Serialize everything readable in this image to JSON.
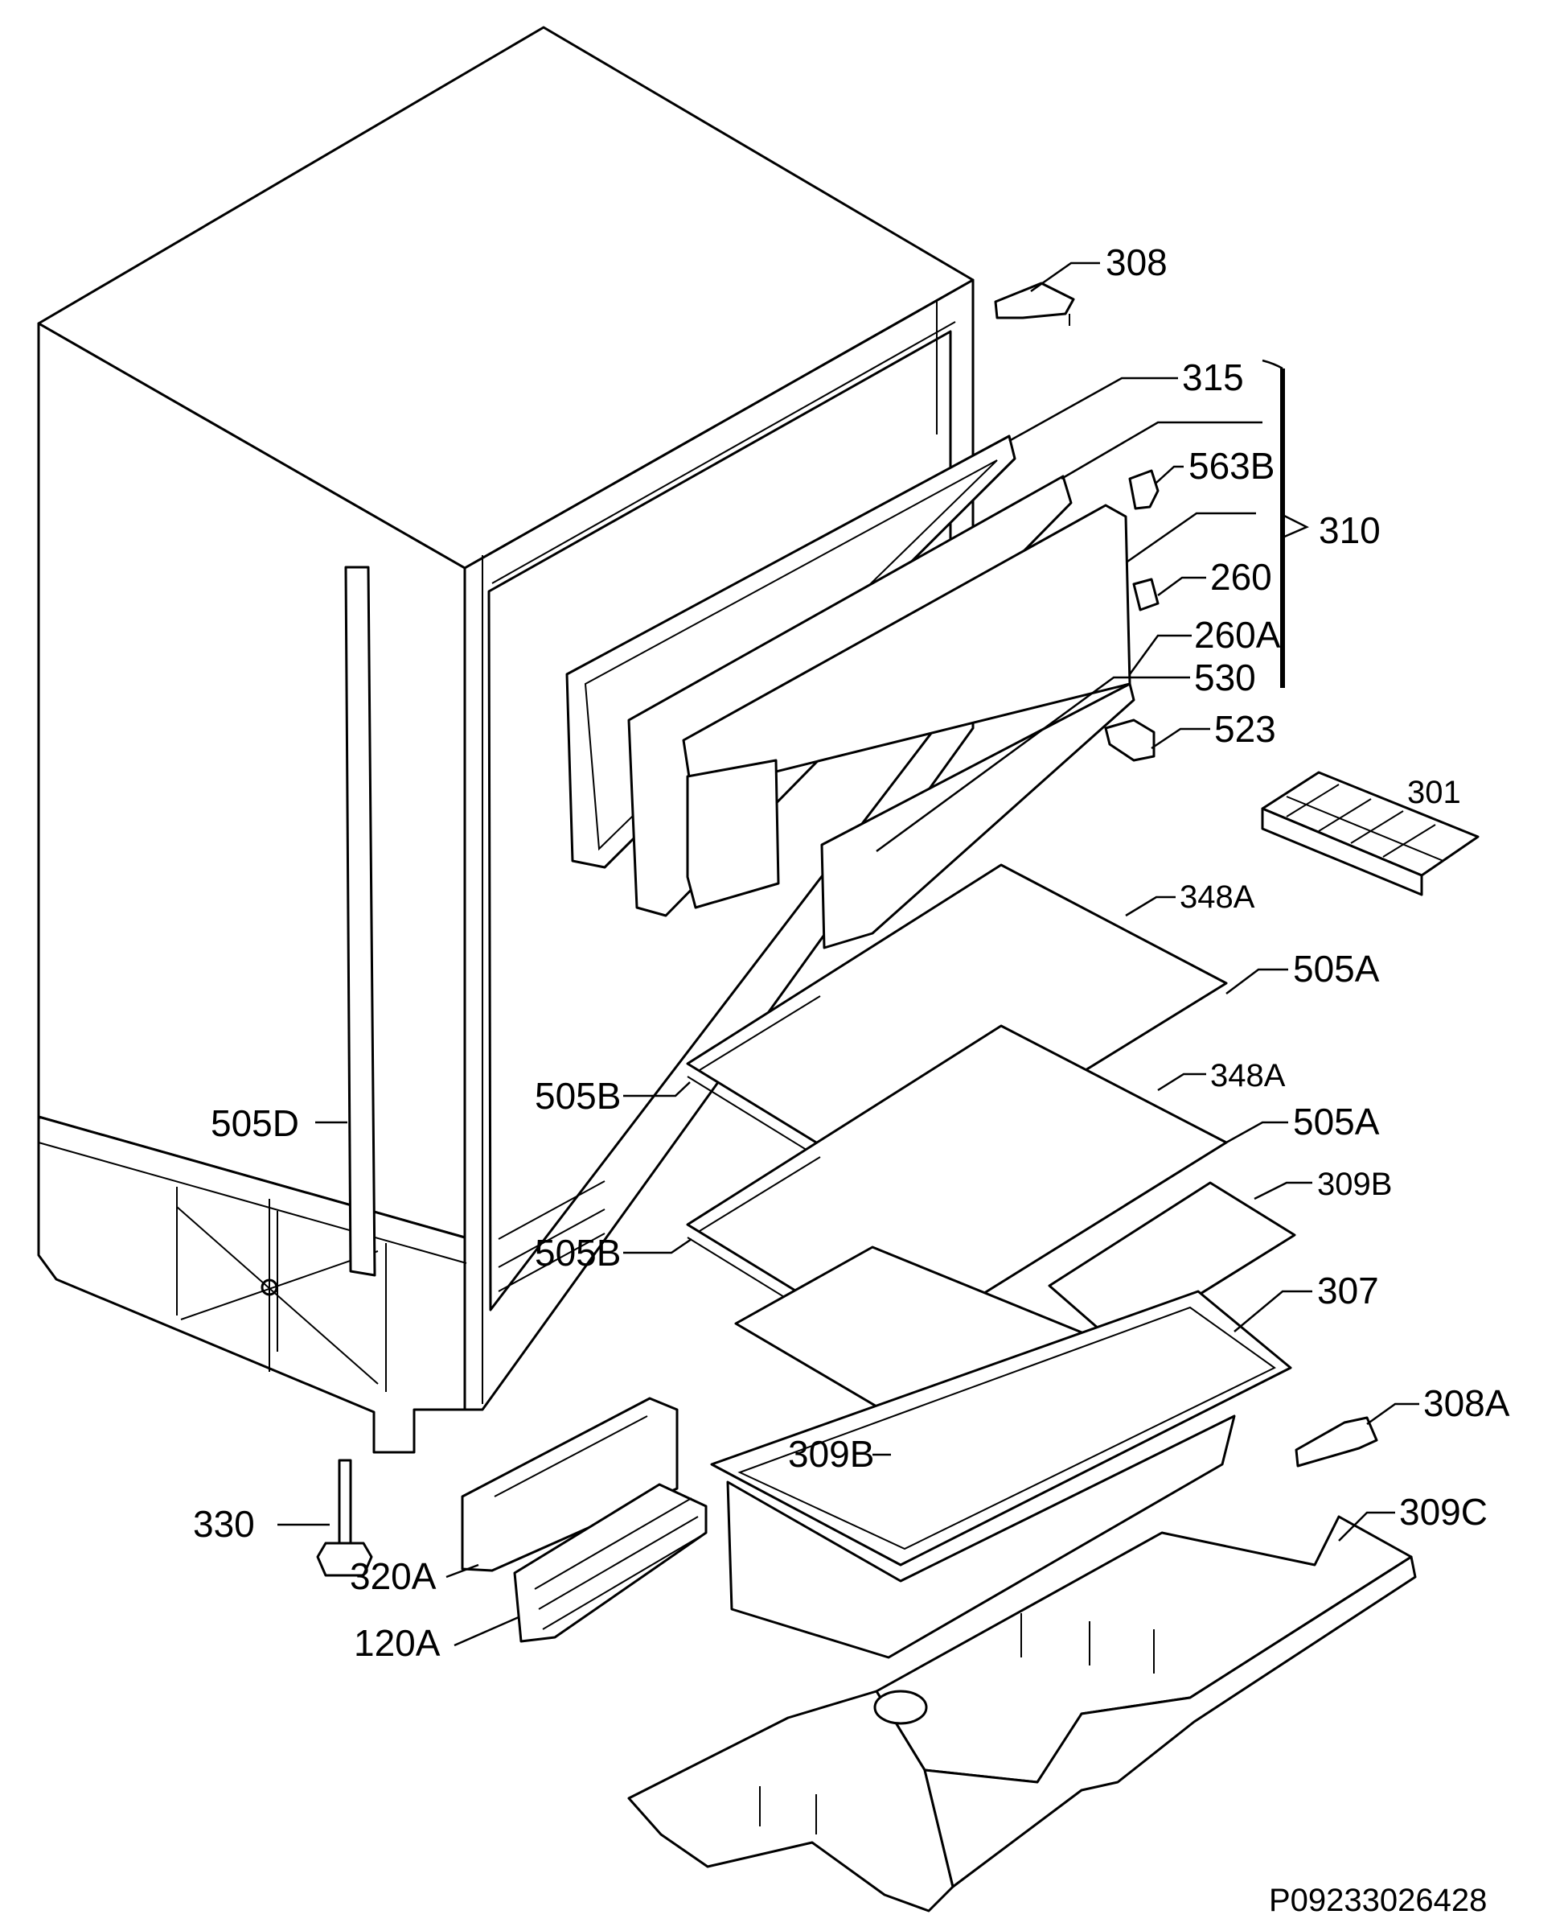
{
  "labels": {
    "l308": "308",
    "l315": "315",
    "l563B": "563B",
    "l310": "310",
    "l260": "260",
    "l260A": "260A",
    "l530": "530",
    "l523": "523",
    "l301": "301",
    "l348A_1": "348A",
    "l505A_1": "505A",
    "l505B_1": "505B",
    "l505D": "505D",
    "l348A_2": "348A",
    "l505A_2": "505A",
    "l309B_1": "309B",
    "l505B_2": "505B",
    "l307": "307",
    "l308A": "308A",
    "l309B_2": "309B",
    "l330": "330",
    "l320A": "320A",
    "l309C": "309C",
    "l120A": "120A"
  },
  "drawing_code": "P09233026428"
}
